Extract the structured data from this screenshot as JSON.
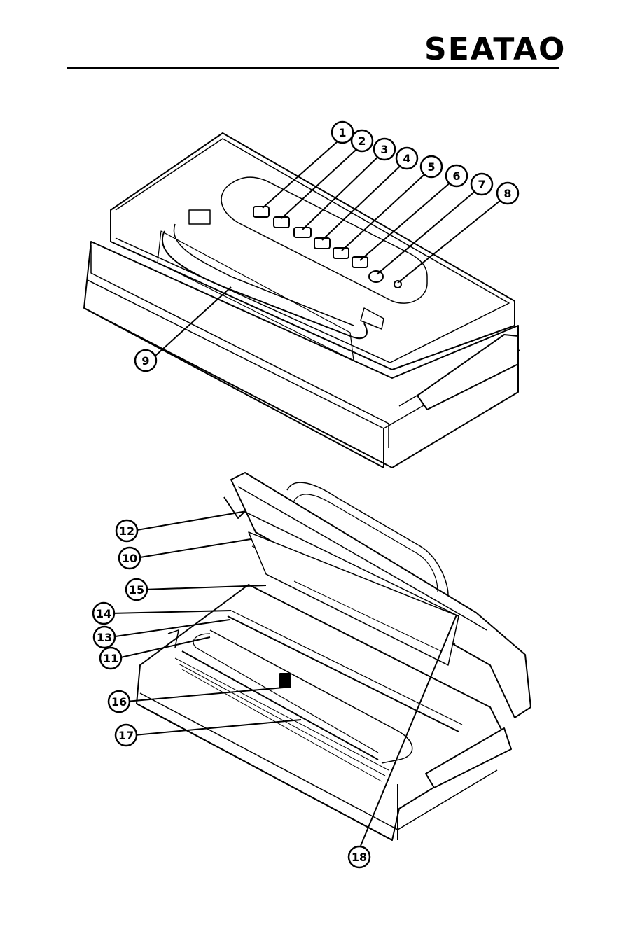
{
  "header": {
    "brand": "SEATAO"
  },
  "diagram": {
    "figures": [
      {
        "id": "closed-view"
      },
      {
        "id": "open-view"
      }
    ],
    "callouts": [
      {
        "num": "1"
      },
      {
        "num": "2"
      },
      {
        "num": "3"
      },
      {
        "num": "4"
      },
      {
        "num": "5"
      },
      {
        "num": "6"
      },
      {
        "num": "7"
      },
      {
        "num": "8"
      },
      {
        "num": "9"
      },
      {
        "num": "12"
      },
      {
        "num": "10"
      },
      {
        "num": "15"
      },
      {
        "num": "14"
      },
      {
        "num": "13"
      },
      {
        "num": "11"
      },
      {
        "num": "16"
      },
      {
        "num": "17"
      },
      {
        "num": "18"
      }
    ]
  }
}
